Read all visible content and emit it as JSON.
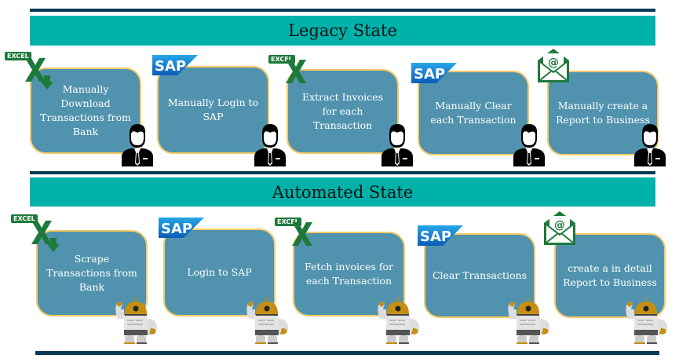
{
  "legacy": {
    "title": "Legacy State",
    "steps": [
      {
        "label": "Manually Download Transactions from Bank",
        "icon": "excel-download-icon",
        "actor": "person-icon"
      },
      {
        "label": "Manually Login to SAP",
        "icon": "sap-logo-icon",
        "actor": "person-icon"
      },
      {
        "label": "Extract Invoices for each Transaction",
        "icon": "excel-icon",
        "actor": "person-icon"
      },
      {
        "label": "Manually Clear each Transaction",
        "icon": "sap-logo-icon",
        "actor": "person-icon"
      },
      {
        "label": "Manually create a Report to Business",
        "icon": "email-icon",
        "actor": "person-icon"
      }
    ]
  },
  "automated": {
    "title": "Automated State",
    "steps": [
      {
        "label": "Scrape Transactions from Bank",
        "icon": "excel-download-icon",
        "actor": "robot-icon"
      },
      {
        "label": "Login to SAP",
        "icon": "sap-logo-icon",
        "actor": "robot-icon"
      },
      {
        "label": "Fetch invoices for each Transaction",
        "icon": "excel-icon",
        "actor": "robot-icon"
      },
      {
        "label": "Clear Transactions",
        "icon": "sap-logo-icon",
        "actor": "robot-icon"
      },
      {
        "label": "create a in detail Report to Business",
        "icon": "email-icon",
        "actor": "robot-icon"
      }
    ]
  },
  "icon_text": {
    "excel": "EXCEL",
    "sap": "SAP",
    "at": "@"
  },
  "colors": {
    "rule": "#063a57",
    "banner": "#00b2a9",
    "box_fill": "#5193ae",
    "box_border": "#f7c966",
    "excel_green": "#1e7a3a",
    "sap_blue": "#1a7bd0"
  }
}
